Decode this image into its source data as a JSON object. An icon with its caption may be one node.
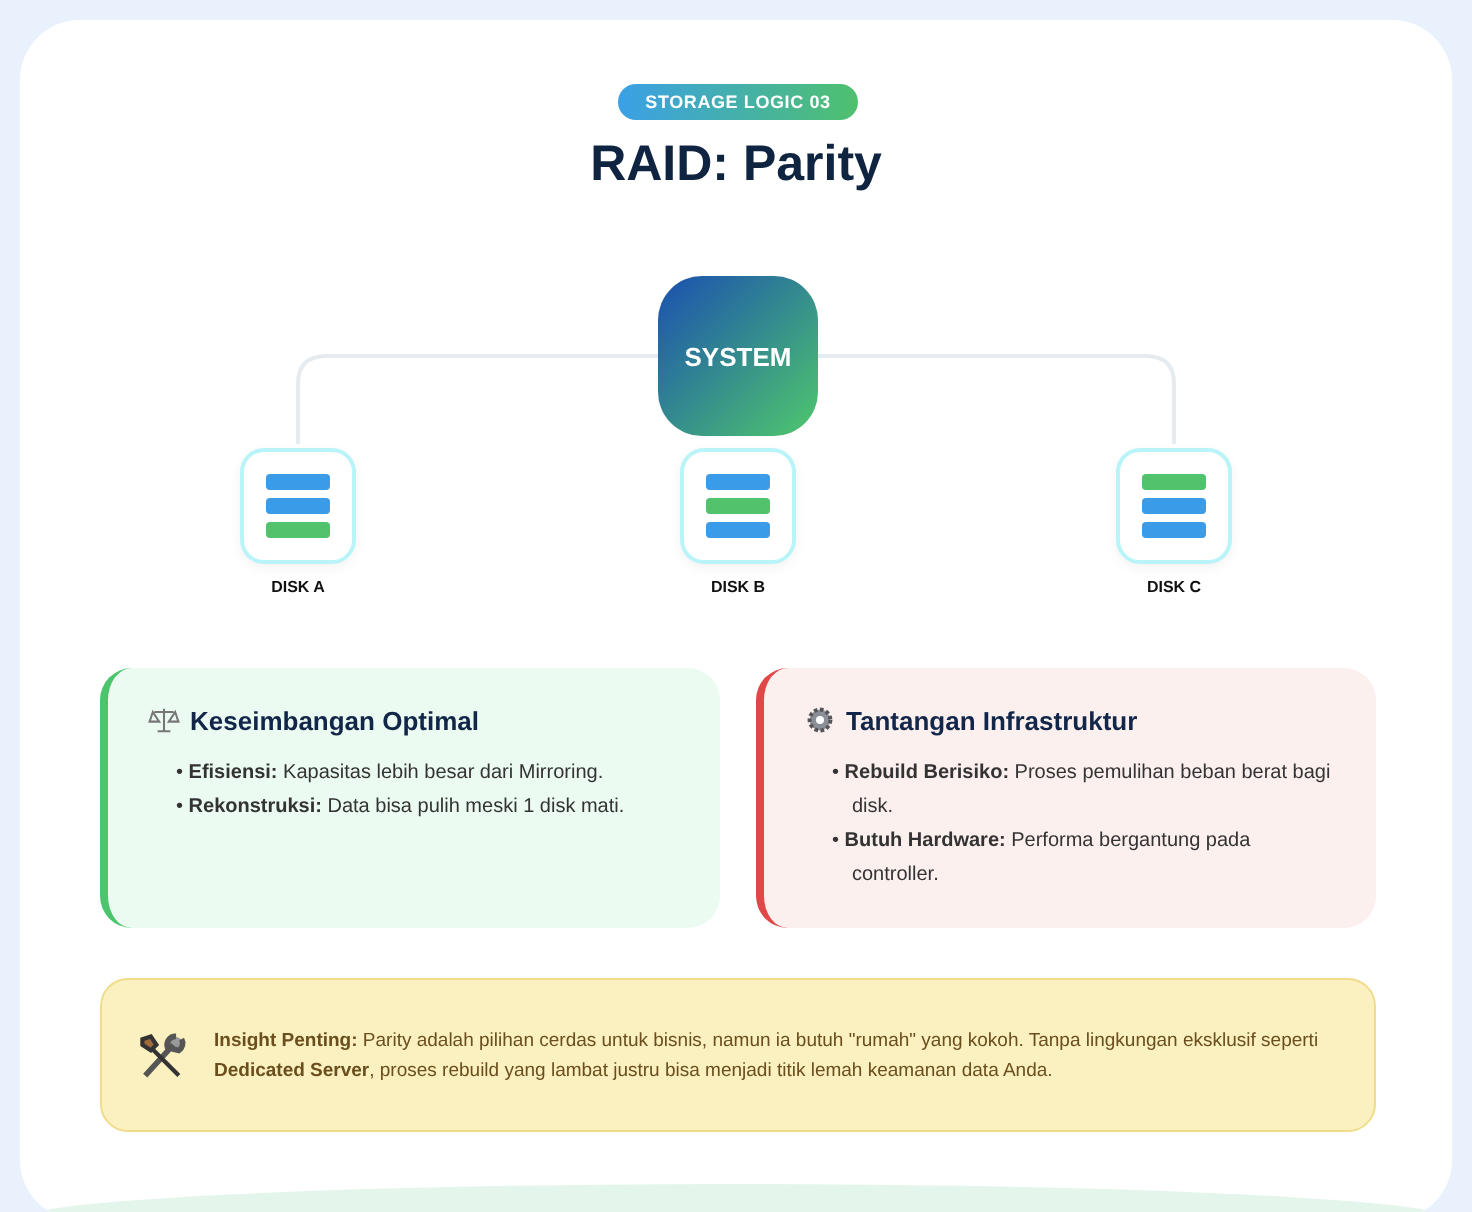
{
  "diagram": {
    "title": "RAID: Parity",
    "nodes": [
      {
        "text": [
          "SYSTEM"
        ]
      },
      {
        "text": [
          "DISK A"
        ]
      },
      {
        "text": [
          "DISK B"
        ]
      },
      {
        "text": [
          "DISK C"
        ]
      },
      {
        "text": [
          "Keseimbangan Optimal",
          "• **Efisiensi:** Kapasitas lebih besar dari Mirroring.",
          "• **Rekonstruksi:** Data bisa pulih meski 1 disk mati."
        ]
      },
      {
        "text": [
          "Tantangan Infrastruktur",
          "• **Rebuild Berisiko:** Proses pemulihan beban berat bagi disk.",
          "• **Butuh Hardware:** Performa bergantung pada controller."
        ]
      },
      {
        "text": [
          "**Insight Penting:** Parity adalah pilihan cerdas untuk bisnis, namun ia butuh \"rumah\" yang kokoh. Tanpa lingkungan eksklusif seperti **Dedicated Server**, proses rebuild yang lambat justru bisa menjadi titik lemah keamanan data Anda."
        ]
      }
    ],
    "edges": [
      {
        "from": 0,
        "to": 1,
        "arrow": "none"
      },
      {
        "from": 0,
        "to": 3,
        "arrow": "none"
      }
    ],
    "labels": [
      "STORAGE LOGIC 03"
    ]
  }
}
